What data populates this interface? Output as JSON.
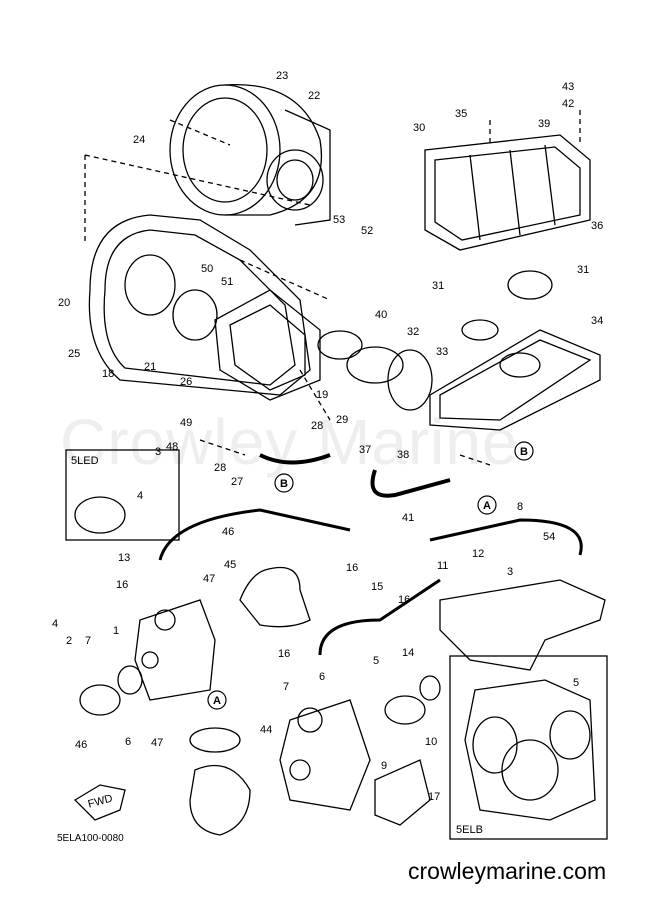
{
  "watermark": "Crowley Marine",
  "footer_code": "5ELA100-0080",
  "website": "crowleymarine.com",
  "inset_left_title": "5LED",
  "inset_right_title": "5ELB",
  "fwd_label": "FWD",
  "circle_markers": [
    "A",
    "B",
    "B",
    "A"
  ],
  "part_numbers": [
    "23",
    "22",
    "24",
    "53",
    "52",
    "20",
    "50",
    "51",
    "25",
    "21",
    "18",
    "26",
    "40",
    "19",
    "32",
    "33",
    "49",
    "48",
    "28",
    "29",
    "28",
    "27",
    "37",
    "38",
    "41",
    "30",
    "35",
    "43",
    "42",
    "39",
    "36",
    "31",
    "31",
    "34",
    "8",
    "3",
    "4",
    "46",
    "13",
    "16",
    "47",
    "45",
    "15",
    "16",
    "16",
    "11",
    "12",
    "54",
    "3",
    "4",
    "2",
    "7",
    "1",
    "5",
    "14",
    "16",
    "7",
    "6",
    "6",
    "9",
    "10",
    "17",
    "5",
    "46",
    "47",
    "44"
  ]
}
